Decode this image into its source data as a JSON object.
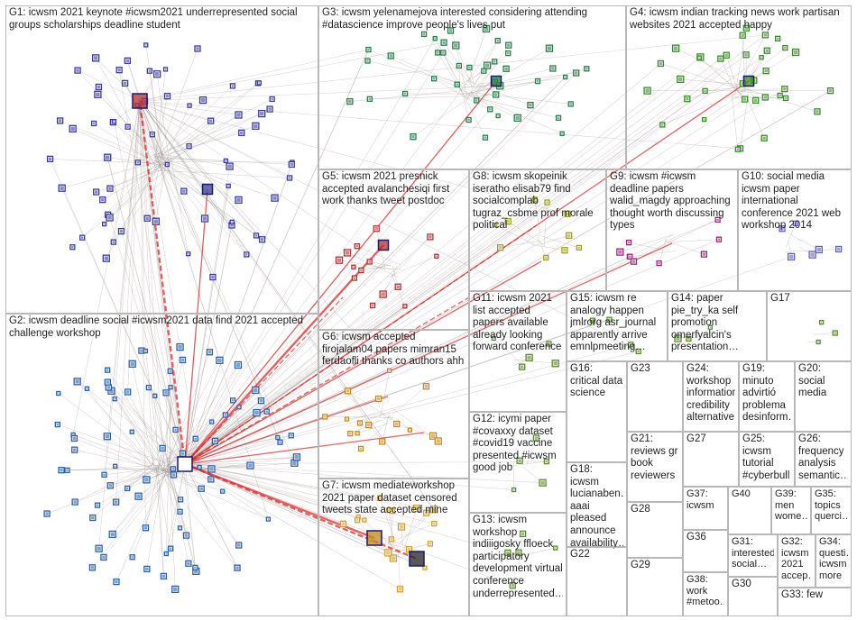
{
  "groups": [
    {
      "id": "G1",
      "label": "G1: icwsm 2021 keynote #icwsm2021 underrepresented social groups scholarships deadline student"
    },
    {
      "id": "G2",
      "label": "G2: icwsm deadline social #icwsm2021 data find 2021 accepted challenge workshop"
    },
    {
      "id": "G3",
      "label": "G3: icwsm yelenamejova interested considering attending #datascience improve people's lives put"
    },
    {
      "id": "G4",
      "label": "G4: icwsm indian tracking news work partisan websites 2021 accepted happy"
    },
    {
      "id": "G5",
      "label": "G5: icwsm 2021 presnick accepted avalanchesiqi first work thanks tweet postdoc"
    },
    {
      "id": "G6",
      "label": "G6: icwsm accepted firojalam04 papers mimran15 ferdaofli thanks co authors ahh"
    },
    {
      "id": "G7",
      "label": "G7: icwsm mediateworkshop 2021 paper dataset censored tweets state accepted mine"
    },
    {
      "id": "G8",
      "label": "G8: icwsm skopeinik iseratho elisab79 find socialcomplab tugraz_csbme prof morale political"
    },
    {
      "id": "G9",
      "label": "G9: icwsm #icwsm deadline papers walid_magdy approaching thought worth discussing types"
    },
    {
      "id": "G10",
      "label": "G10: social media icwsm paper international conference 2021 web workshop 2014"
    },
    {
      "id": "G11",
      "label": "G11: icwsm 2021 list accepted papers available already looking forward conference"
    },
    {
      "id": "G15",
      "label": "G15: icwsm re analogy happen jmlrorg asr_journal apparently arrive emnlpmeeting…"
    },
    {
      "id": "G14",
      "label": "G14: paper pie_try_ka self promotion omerfyalcin's presentation…"
    },
    {
      "id": "G17",
      "label": "G17"
    },
    {
      "id": "G16",
      "label": "G16: critical data science"
    },
    {
      "id": "G23",
      "label": "G23"
    },
    {
      "id": "G24",
      "label": "G24: workshop information credibility alternative…"
    },
    {
      "id": "G19",
      "label": "G19: minuto advirtió problema desinform…"
    },
    {
      "id": "G20",
      "label": "G20: social media"
    },
    {
      "id": "G12",
      "label": "G12: icymi paper #covaxxy dataset #covid19 vaccine presented #icwsm good job"
    },
    {
      "id": "G21",
      "label": "G21: reviews gr book reviewers"
    },
    {
      "id": "G27",
      "label": "G27"
    },
    {
      "id": "G25",
      "label": "G25: icwsm tutorial #cyberbull…"
    },
    {
      "id": "G26",
      "label": "G26: frequency analysis semantic…"
    },
    {
      "id": "G18",
      "label": "G18: icwsm lucianaben… aaai pleased announce availability…"
    },
    {
      "id": "G37",
      "label": "G37: icwsm"
    },
    {
      "id": "G40",
      "label": "G40"
    },
    {
      "id": "G39",
      "label": "G39: men wome…"
    },
    {
      "id": "G35",
      "label": "G35: topics querci…"
    },
    {
      "id": "G28",
      "label": "G28"
    },
    {
      "id": "G36",
      "label": "G36"
    },
    {
      "id": "G31",
      "label": "G31: interested social…"
    },
    {
      "id": "G32",
      "label": "G32: icwsm 2021 accep…"
    },
    {
      "id": "G34",
      "label": "G34: questi… icwsm more"
    },
    {
      "id": "G13",
      "label": "G13: icwsm workshop indiiigosky ffloeck participatory development virtual conference underrepresented…"
    },
    {
      "id": "G22",
      "label": "G22"
    },
    {
      "id": "G29",
      "label": "G29"
    },
    {
      "id": "G38",
      "label": "G38: work #metoo…"
    },
    {
      "id": "G30",
      "label": "G30"
    },
    {
      "id": "G33",
      "label": "G33: few"
    }
  ],
  "colors": {
    "edge_gray": "#9a8a8a",
    "edge_strong": "#e02020",
    "node_border": "#1a1a6a",
    "g1": "#3b3b9b",
    "g2": "#2b5fa8",
    "g3": "#2a7a4a",
    "g4": "#3a8a2a",
    "g5": "#b03030",
    "g6": "#c08a20",
    "g7": "#d0a030",
    "g8": "#a0a020",
    "g9": "#a02080",
    "g10": "#6060c0",
    "misc": "#5a8a2a"
  }
}
